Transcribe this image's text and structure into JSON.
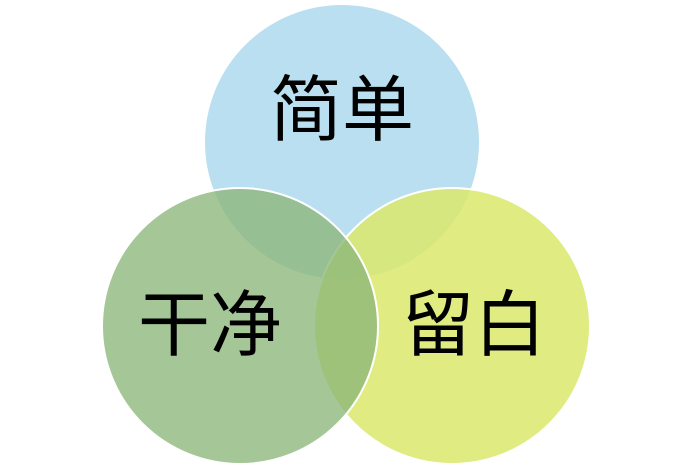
{
  "diagram": {
    "type": "venn",
    "sets": [
      {
        "id": "top",
        "label": "简单",
        "color": "#b9dff0"
      },
      {
        "id": "left",
        "label": "干净",
        "color": "#8cb679"
      },
      {
        "id": "right",
        "label": "留白",
        "color": "#dbe96c"
      }
    ]
  }
}
